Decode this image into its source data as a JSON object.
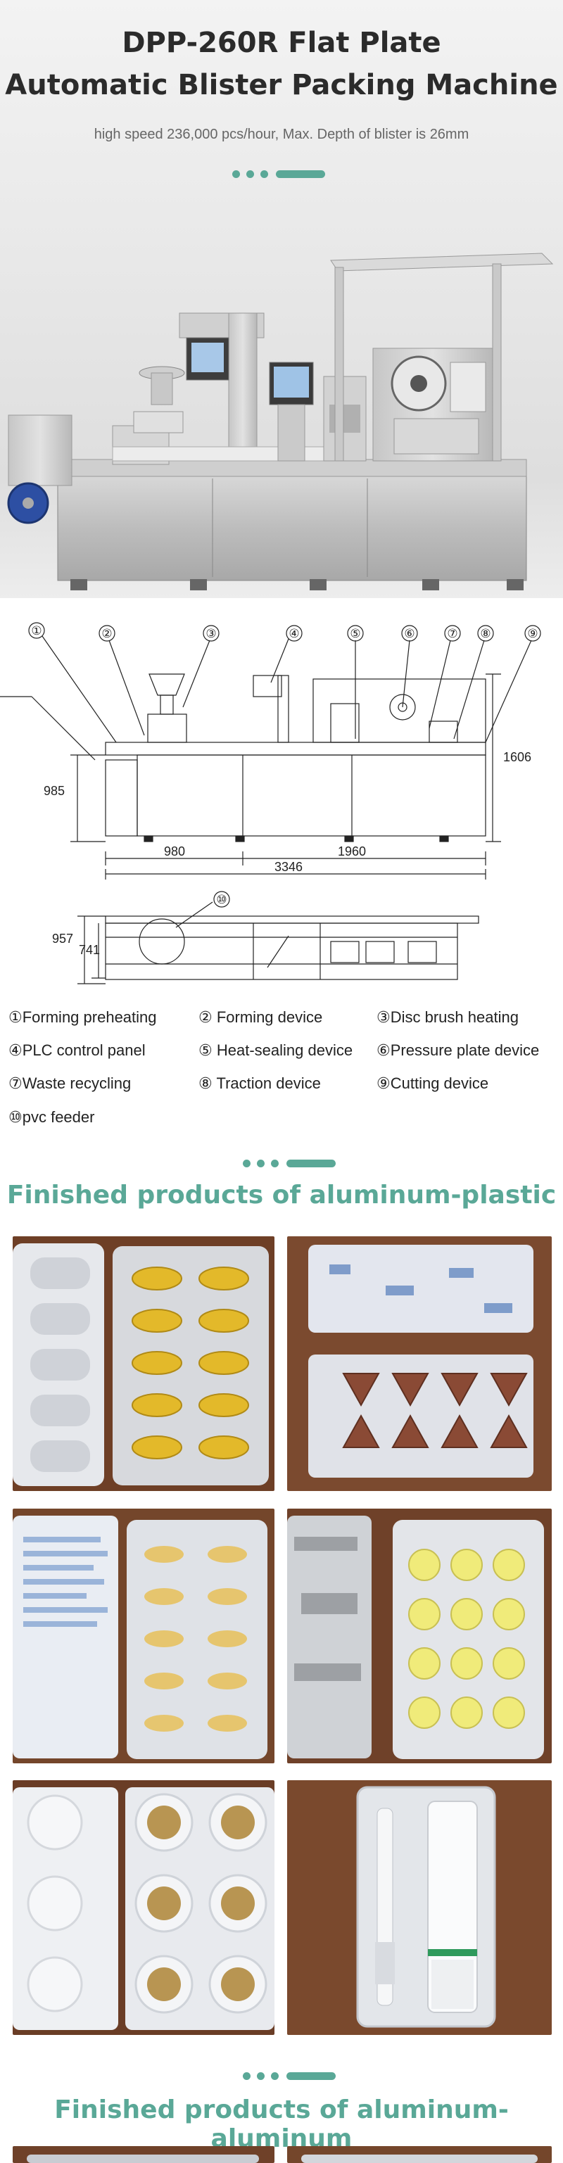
{
  "hero": {
    "title_line1": "DPP-260R Flat Plate",
    "title_line2": "Automatic Blister Packing Machine",
    "subtitle": "high speed 236,000 pcs/hour, Max. Depth of blister is 26mm"
  },
  "diagram": {
    "callouts": [
      "①",
      "②",
      "③",
      "④",
      "⑤",
      "⑥",
      "⑦",
      "⑧",
      "⑨",
      "⑩"
    ],
    "dimensions": {
      "height_right": "1606",
      "height_left": "985",
      "length_1": "980",
      "length_2": "1960",
      "length_total": "3346",
      "top_width_1": "957",
      "top_width_2": "741"
    }
  },
  "legend": [
    {
      "num": "①",
      "label": "Forming preheating"
    },
    {
      "num": "②",
      "label": "Forming device"
    },
    {
      "num": "③",
      "label": "Disc brush heating"
    },
    {
      "num": "④",
      "label": "PLC control panel"
    },
    {
      "num": "⑤",
      "label": "Heat-sealing device"
    },
    {
      "num": "⑥",
      "label": "Pressure plate device"
    },
    {
      "num": "⑦",
      "label": "Waste recycling"
    },
    {
      "num": "⑧",
      "label": "Traction device"
    },
    {
      "num": "⑨",
      "label": "Cutting device"
    },
    {
      "num": "⑩",
      "label": "pvc feeder"
    }
  ],
  "sections": {
    "aluminum_plastic": "Finished products of aluminum-plastic",
    "aluminum_aluminum": "Finished products of aluminum-aluminum"
  },
  "colors": {
    "accent": "#5aa897",
    "wood": "#7a4a30",
    "foil": "#d9dbe0"
  }
}
